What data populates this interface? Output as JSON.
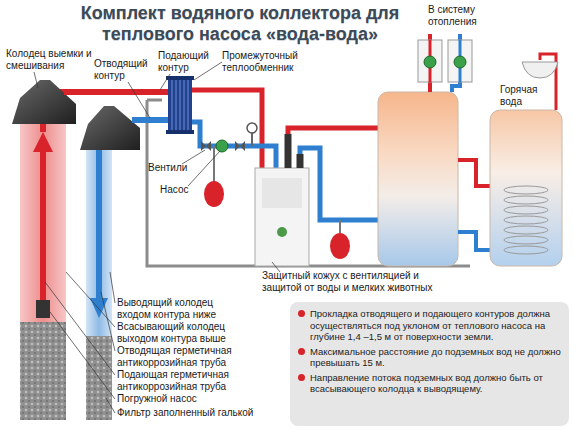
{
  "diagram": {
    "title": "Комплект водяного коллектора для теплового насоса «вода-вода»",
    "nodes": [
      {
        "text": [
          "Прокладка отводящего и подающего контуров должна осуществляться под уклоном от теплового насоса на глубине 1,4 –1,5 м от поверхности земли.",
          "Максимальное расстояние до подземных вод не должно превышать 15 м.",
          "Направление потока подземных вод должно быть от всасывающего колодца к выводящему."
        ]
      }
    ],
    "labels": [
      "Колодец выемки и смешивания",
      "Подающий контур",
      "Промежуточный теплообменник",
      "В систему отопления",
      "Отводящий контур",
      "Горячая вода",
      "Вентили",
      "Насос",
      "Защитный кожух с вентиляцией и защитой от воды и мелких животных",
      "Выводящий колодец входом контура ниже",
      "Всасывающий колодец выходом контура выше",
      "Отводящая герметичная антикоррозийная труба",
      "Подающая герметичная антикоррозийная труба",
      "Погружной насос",
      "Фильтр заполненный галькой"
    ]
  }
}
